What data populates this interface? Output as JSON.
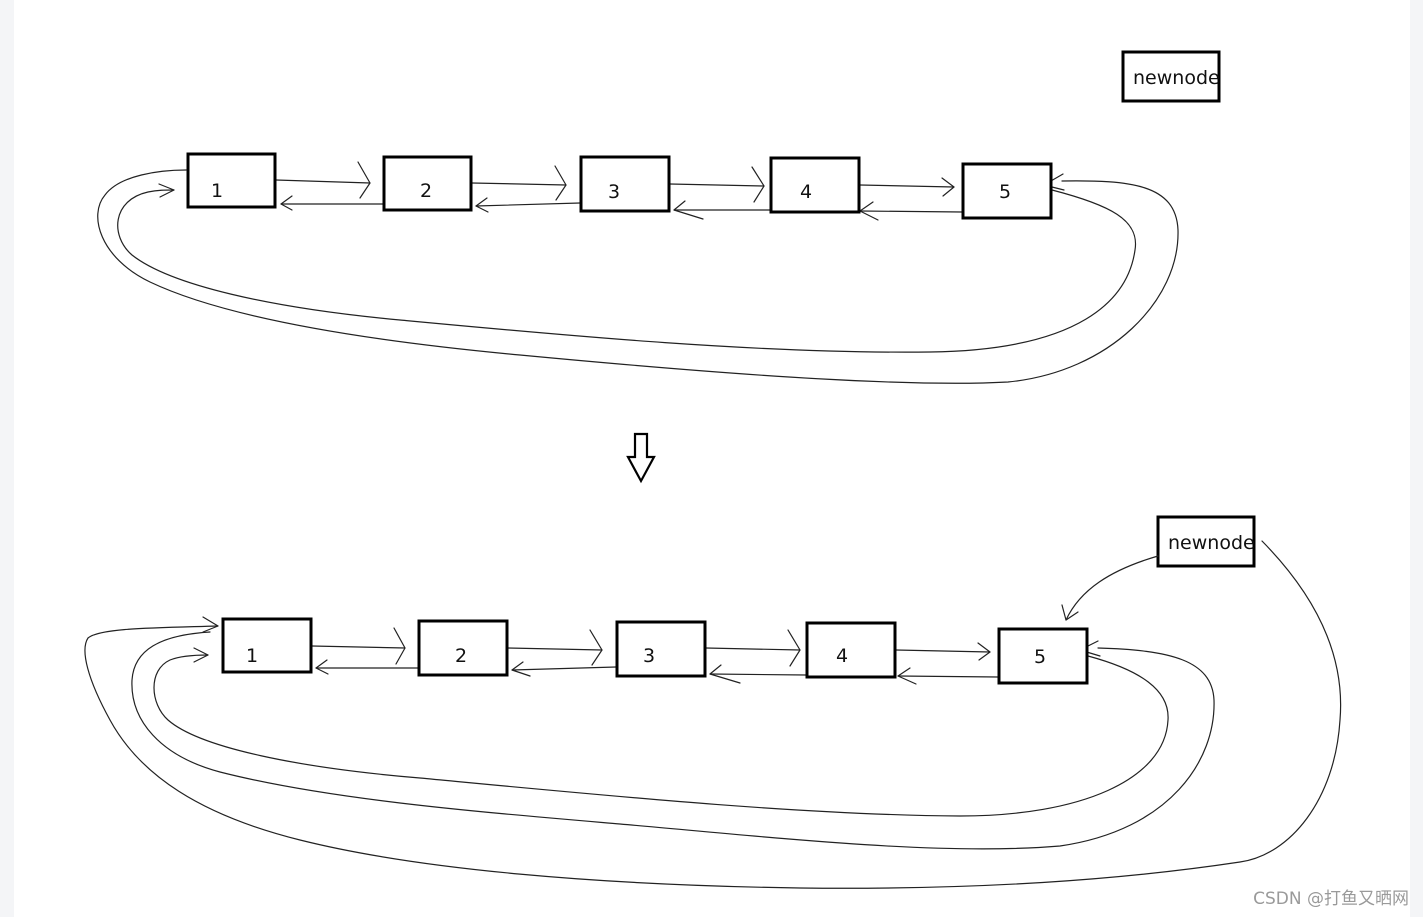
{
  "top_diagram": {
    "nodes": [
      "1",
      "2",
      "3",
      "4",
      "5"
    ],
    "newnode_label": "newnode"
  },
  "bottom_diagram": {
    "nodes": [
      "1",
      "2",
      "3",
      "4",
      "5"
    ],
    "newnode_label": "newnode"
  },
  "watermark": "CSDN @打鱼又晒网",
  "colors": {
    "background": "#ffffff",
    "page_margin": "#f4f5f7",
    "stroke": "#000000",
    "watermark": "#9a9a9a"
  }
}
